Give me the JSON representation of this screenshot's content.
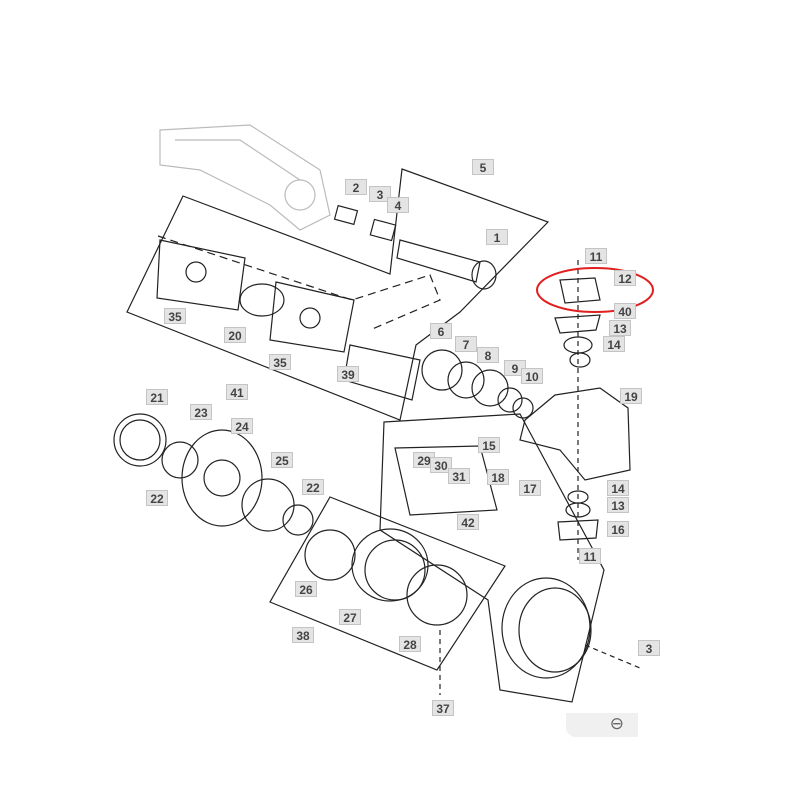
{
  "diagram": {
    "highlight_color": "#e02020",
    "highlighted_part": "12",
    "callouts": [
      "5",
      "2",
      "3",
      "4",
      "1",
      "11",
      "12",
      "40",
      "13",
      "14",
      "35",
      "20",
      "35",
      "6",
      "7",
      "8",
      "9",
      "10",
      "39",
      "19",
      "21",
      "41",
      "23",
      "24",
      "15",
      "29",
      "30",
      "31",
      "18",
      "17",
      "25",
      "22",
      "22",
      "14",
      "13",
      "42",
      "16",
      "11",
      "26",
      "27",
      "38",
      "28",
      "3",
      "37"
    ]
  },
  "controls": {
    "zoom_out_icon": "⊖"
  }
}
